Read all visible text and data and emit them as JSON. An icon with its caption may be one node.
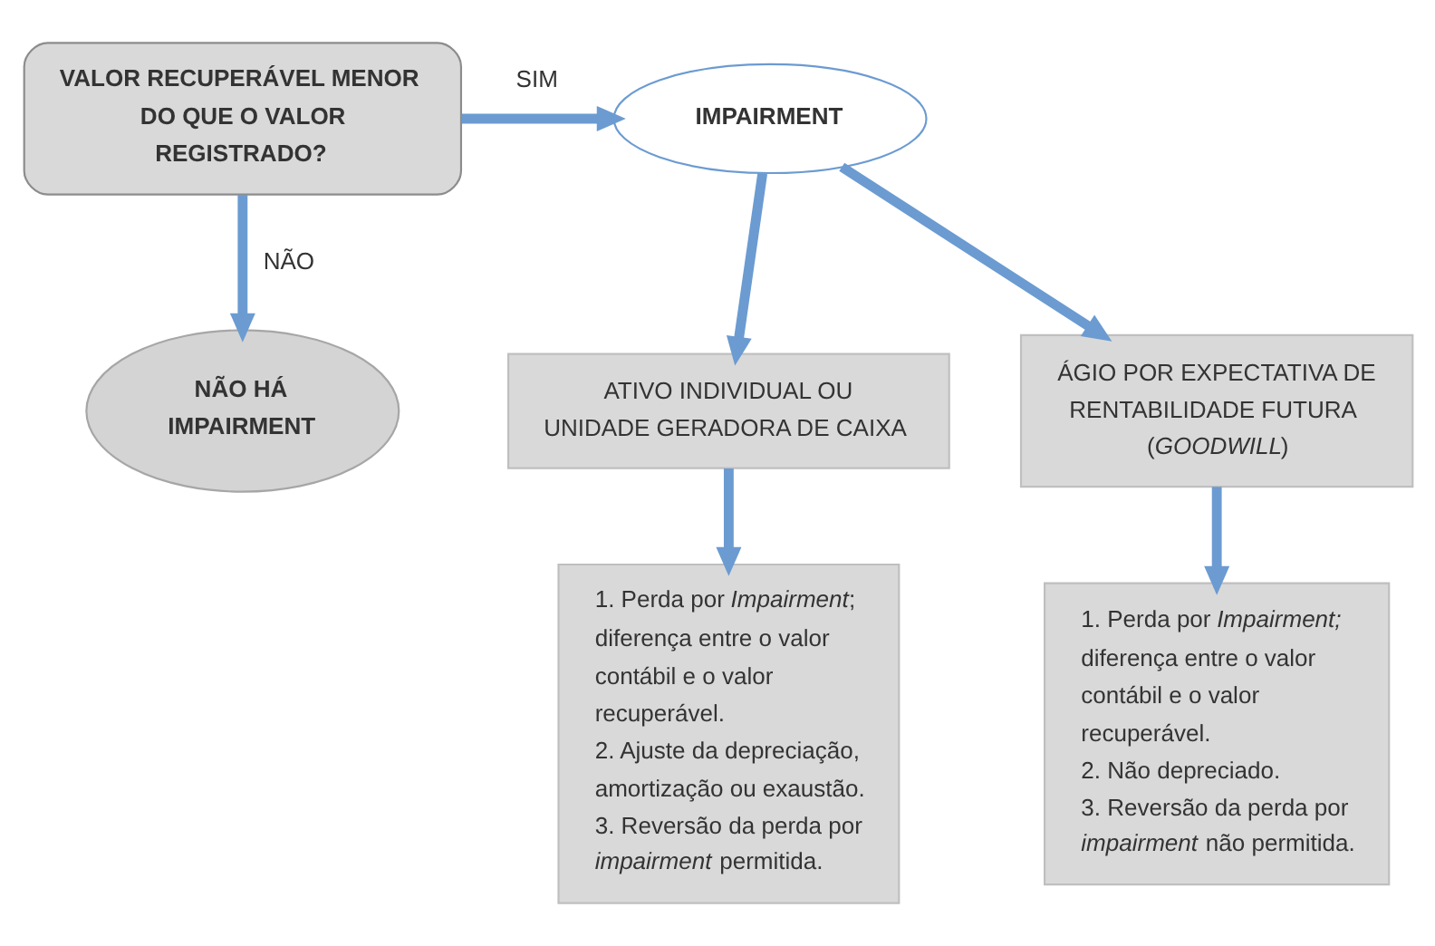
{
  "diagram": {
    "nodes": [
      {
        "text": [
          "VALOR RECUPERÁVEL MENOR DO QUE O VALOR REGISTRADO?"
        ]
      },
      {
        "text": [
          "IMPAIRMENT"
        ]
      },
      {
        "text": [
          "NÃO HÁ IMPAIRMENT"
        ]
      },
      {
        "text": [
          "ATIVO INDIVIDUAL OU UNIDADE GERADORA DE CAIXA"
        ]
      },
      {
        "text": [
          "ÁGIO POR EXPECTATIVA DE RENTABILIDADE FUTURA (*GOODWILL*)"
        ]
      },
      {
        "text": [
          "1. Perda por *Impairment*; diferença entre o valor contábil e o valor recuperável.",
          "2. Ajuste da depreciação, amortização ou exaustão.",
          "3. Reversão da perda por *impairment* permitida."
        ]
      },
      {
        "text": [
          "1. Perda por *Impairment;* diferença entre o valor contábil e o valor recuperável.",
          "2. Não depreciado.",
          "3. Reversão da perda por *impairment* não permitida."
        ]
      }
    ],
    "edges": [
      {
        "from": 0,
        "to": 1,
        "arrow": "to",
        "label": "SIM"
      },
      {
        "from": 0,
        "to": 2,
        "arrow": "to",
        "label": "NÃO"
      },
      {
        "from": 1,
        "to": 3,
        "arrow": "to"
      },
      {
        "from": 1,
        "to": 4,
        "arrow": "to"
      },
      {
        "from": 3,
        "to": 5,
        "arrow": "to"
      },
      {
        "from": 4,
        "to": 6,
        "arrow": "to"
      }
    ]
  }
}
